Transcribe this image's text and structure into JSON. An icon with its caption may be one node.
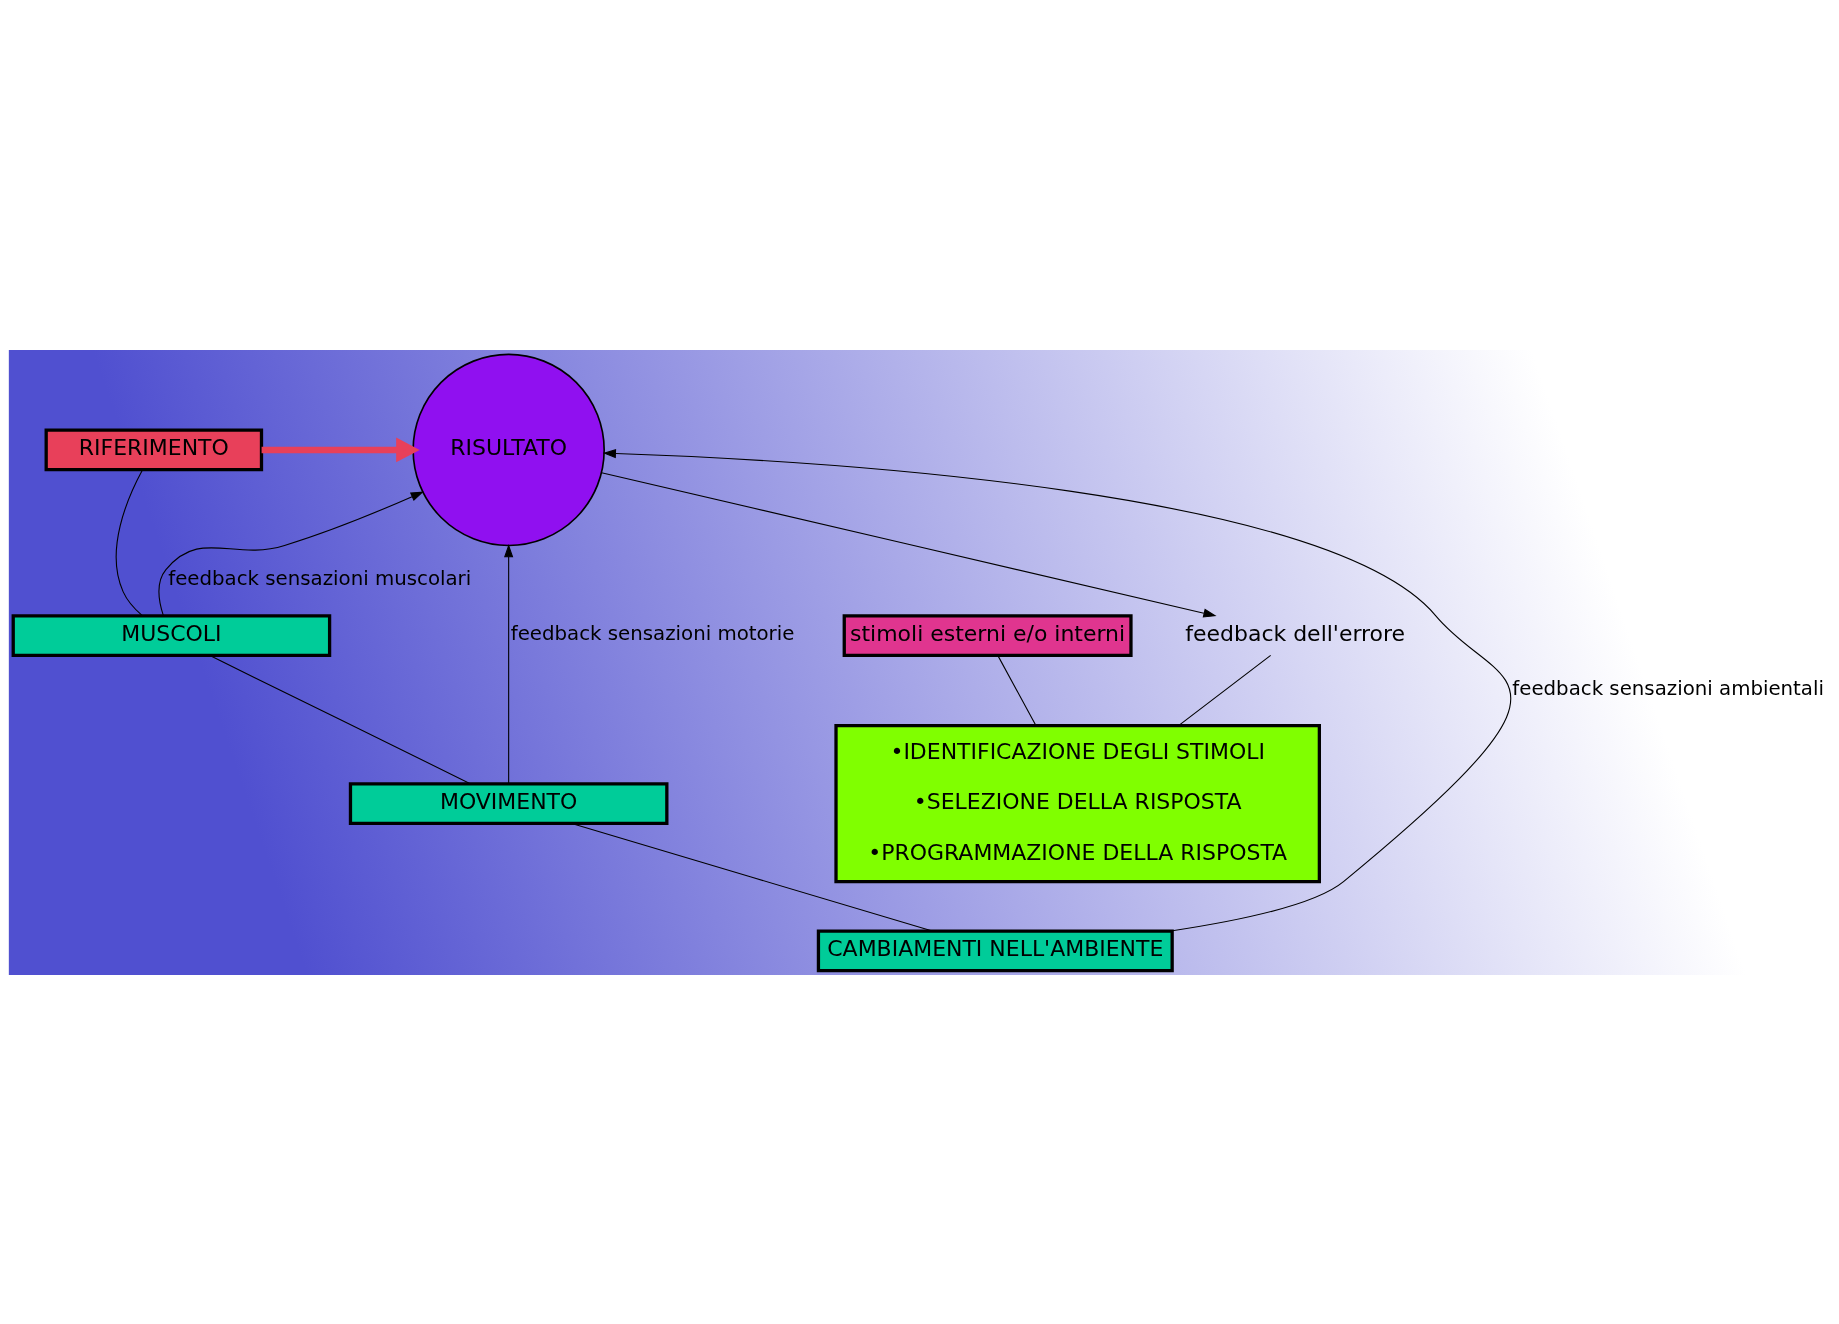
{
  "diagram": {
    "nodes": [
      {
        "text": [
          "stimoli esterni e/o interni"
        ]
      },
      {
        "text": [
          "•IDENTIFICAZIONE DEGLI STIMOLI",
          "•SELEZIONE DELLA RISPOSTA",
          "•PROGRAMMAZIONE DELLA RISPOSTA"
        ]
      },
      {
        "text": [
          "RIFERIMENTO"
        ]
      },
      {
        "text": [
          "RISULTATO"
        ]
      },
      {
        "text": [
          "feedback dell'errore"
        ]
      },
      {
        "text": [
          "MUSCOLI"
        ]
      },
      {
        "text": [
          "MOVIMENTO"
        ]
      },
      {
        "text": [
          "CAMBIAMENTI NELL'AMBIENTE"
        ]
      }
    ],
    "edges": [
      {
        "from": 0,
        "to": 1,
        "arrow": "none"
      },
      {
        "from": 3,
        "to": 4,
        "arrow": "to"
      },
      {
        "from": 4,
        "to": 1,
        "arrow": "none"
      },
      {
        "from": 2,
        "to": 5,
        "arrow": "none"
      },
      {
        "from": 2,
        "to": 3,
        "arrow": "to",
        "style": "thick",
        "color": "#e8405a"
      },
      {
        "from": 5,
        "to": 6,
        "arrow": "none"
      },
      {
        "from": 6,
        "to": 7,
        "arrow": "none"
      },
      {
        "from": 5,
        "to": 3,
        "arrow": "to",
        "label": "feedback sensazioni muscolari"
      },
      {
        "from": 6,
        "to": 3,
        "arrow": "to",
        "label": "feedback sensazioni motorie"
      },
      {
        "from": 7,
        "to": 3,
        "arrow": "to",
        "label": "feedback sensazioni ambientali"
      }
    ]
  }
}
